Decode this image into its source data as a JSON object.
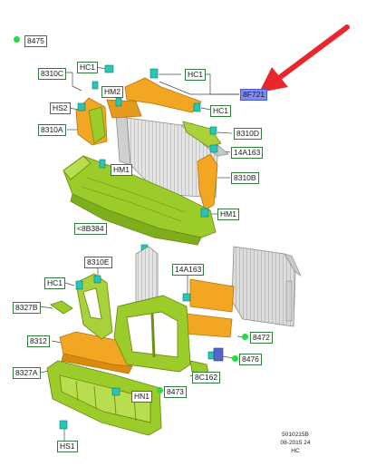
{
  "labels": {
    "l8475": "8475",
    "l8310c": "8310C",
    "lhc1a": "HC1",
    "lhc1b": "HC1",
    "lhc1c": "HC1",
    "lhc1d": "HC1",
    "l8f721": "8F721",
    "lhm2": "HM2",
    "lhs2": "HS2",
    "l8310a": "8310A",
    "l8310d": "8310D",
    "l14a163a": "14A163",
    "lhm1a": "HM1",
    "l8310b": "8310B",
    "lhm1b": "HM1",
    "l8b384": "<8B384",
    "l8310e": "8310E",
    "l14a163b": "14A163",
    "l8327b": "8327B",
    "l8312": "8312",
    "l8472": "8472",
    "l8476": "8476",
    "l8c162": "8C162",
    "l8327a": "8327A",
    "l8473": "8473",
    "lhn1": "HN1",
    "lhs1": "HS1"
  },
  "footer": {
    "code": "5010215B",
    "date": "08-2015 24",
    "initials": "HC"
  },
  "colors": {
    "label_border": "#2f7d3a",
    "highlight": "#7f8cf5",
    "arrow": "#e8262b",
    "green_part": "#9ccc2a",
    "orange_part": "#f3a622",
    "radiator": "#d7d7d7",
    "clip": "#29c6b3",
    "bullet": "#22dd44"
  }
}
